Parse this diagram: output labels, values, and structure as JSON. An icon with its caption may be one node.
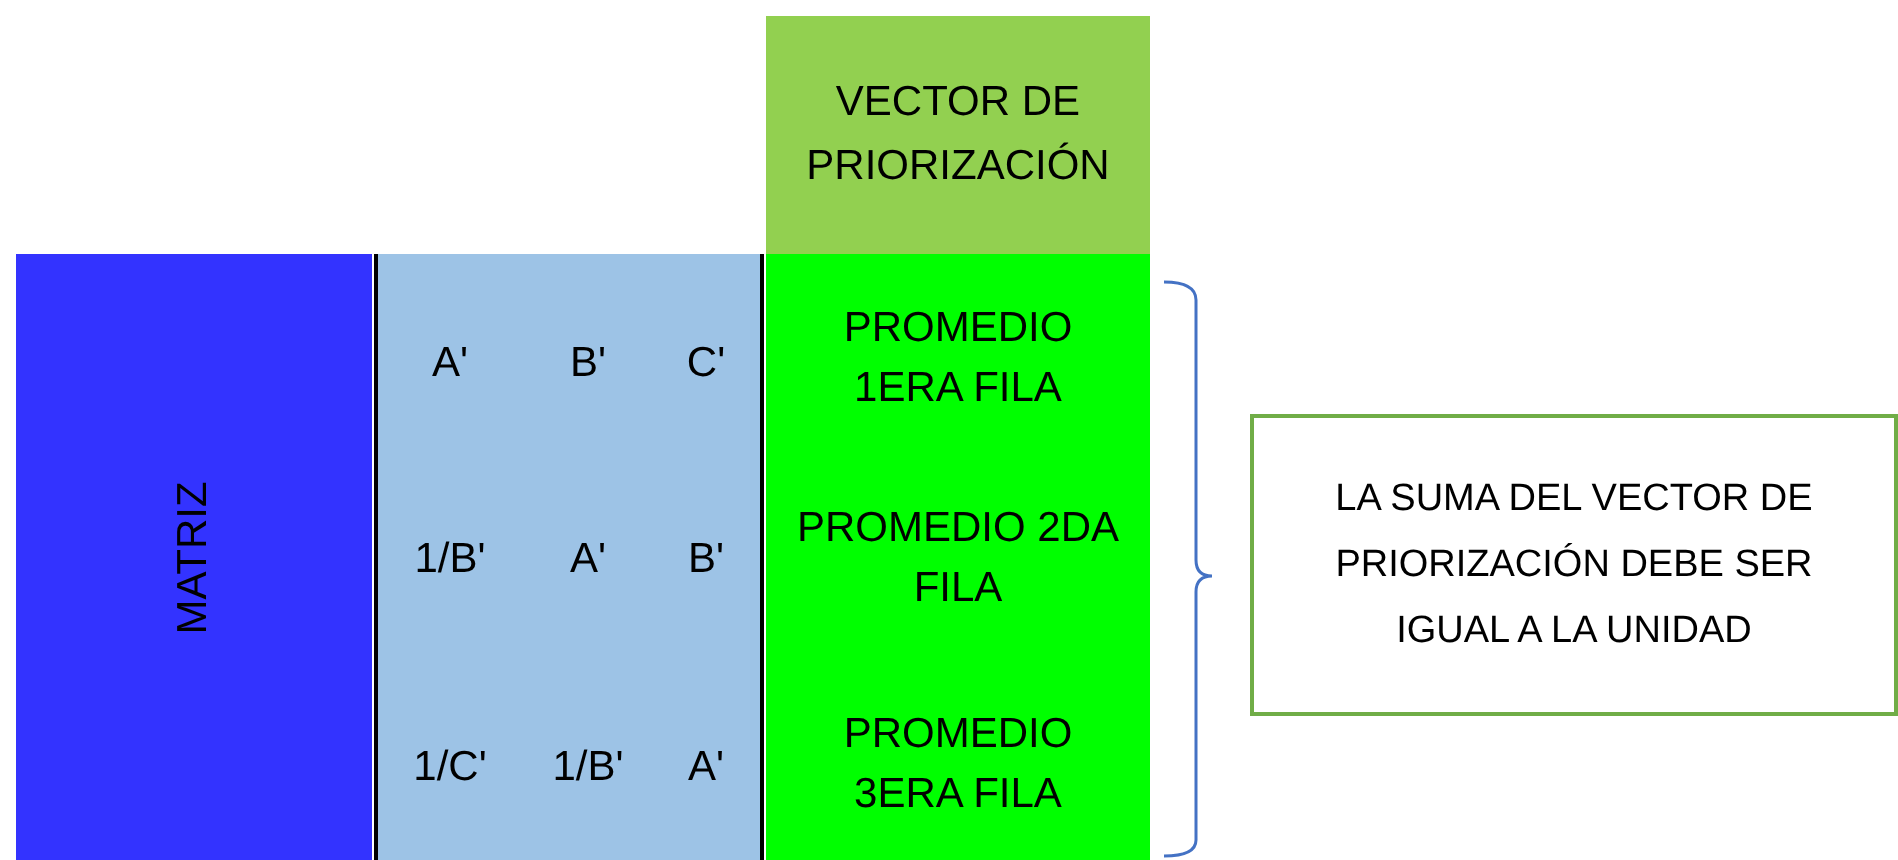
{
  "diagram": {
    "nodes": [
      {
        "text": [
          "MATRIZ"
        ]
      },
      {
        "text": [
          "A'",
          "B'",
          "C'",
          "1/B'",
          "A'",
          "B'",
          "1/C'",
          "1/B'",
          "A'"
        ]
      },
      {
        "text": [
          "VECTOR DE PRIORIZACIÓN"
        ]
      },
      {
        "text": [
          "PROMEDIO 1ERA FILA",
          "PROMEDIO 2DA FILA",
          "PROMEDIO 3ERA FILA"
        ]
      },
      {
        "text": [
          "LA SUMA DEL VECTOR DE PRIORIZACIÓN DEBE SER IGUAL A LA UNIDAD"
        ]
      }
    ]
  }
}
